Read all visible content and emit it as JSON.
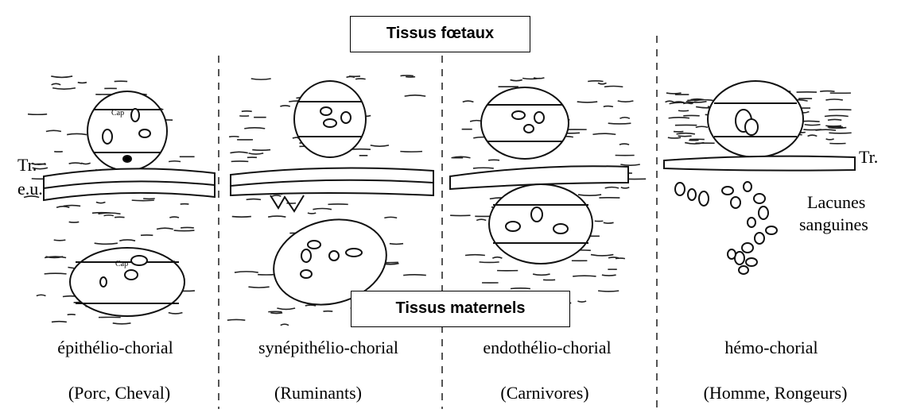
{
  "header_label": "Tissus fœtaux",
  "footer_label": "Tissus maternels",
  "panels": [
    {
      "name": "épithélio-chorial",
      "species": "(Porc, Cheval)"
    },
    {
      "name": "synépithélio-chorial",
      "species": "(Ruminants)"
    },
    {
      "name": "endothélio-chorial",
      "species": "(Carnivores)"
    },
    {
      "name": "hémo-chorial",
      "species": "(Homme, Rongeurs)"
    }
  ],
  "annotations": {
    "tr_left": "Tr.",
    "eu": "e.u.",
    "cap_top": "Cap",
    "cap_bottom": "Cap",
    "tr_right": "Tr.",
    "lacunes_1": "Lacunes",
    "lacunes_2": "sanguines"
  }
}
